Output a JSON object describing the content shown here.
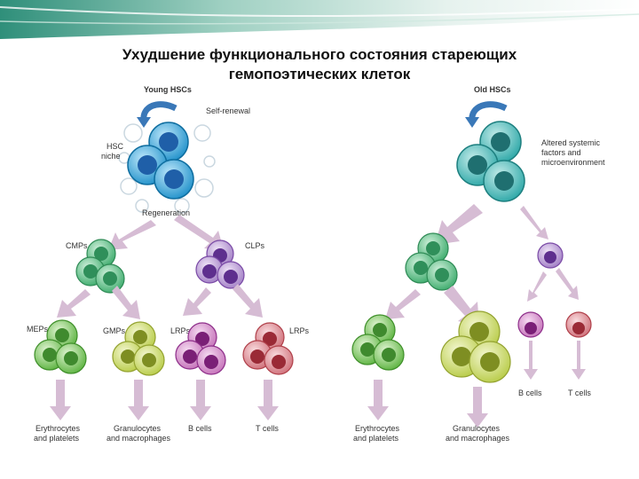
{
  "title": {
    "line1": "Ухудшение функционального состояния стареющих",
    "line2": "гемопоэтических клеток"
  },
  "young": {
    "header": "Young HSCs",
    "self_renewal": "Self-renewal",
    "niche_line1": "HSC",
    "niche_line2": "niche",
    "regeneration": "Regeneration",
    "cmps": "CMPs",
    "clps": "CLPs",
    "meps": "MEPs",
    "gmps": "GMPs",
    "lrps_left": "LRPs",
    "lrps_right": "LRPs",
    "out_ery_line1": "Erythrocytes",
    "out_ery_line2": "and platelets",
    "out_gran_line1": "Granulocytes",
    "out_gran_line2": "and macrophages",
    "out_bcells": "B cells",
    "out_tcells": "T cells"
  },
  "old": {
    "header": "Old HSCs",
    "altered_line1": "Altered systemic",
    "altered_line2": "factors and",
    "altered_line3": "microenvironment",
    "out_ery_line1": "Erythrocytes",
    "out_ery_line2": "and platelets",
    "out_gran_line1": "Granulocytes",
    "out_gran_line2": "and macrophages",
    "out_bcells": "B cells",
    "out_tcells": "T cells"
  },
  "colors": {
    "hsc_young": "#1d8fc9",
    "hsc_old": "#2aa6a6",
    "cmp": "#3aaa6a",
    "clp": "#7a4aa6",
    "mep": "#5ab23e",
    "gmp": "#a9c23a",
    "lrp_b": "#8e2f8a",
    "lrp_t": "#b0404a",
    "arrow": "#d6bcd4",
    "self_renewal_arrow": "#3a78b8"
  }
}
